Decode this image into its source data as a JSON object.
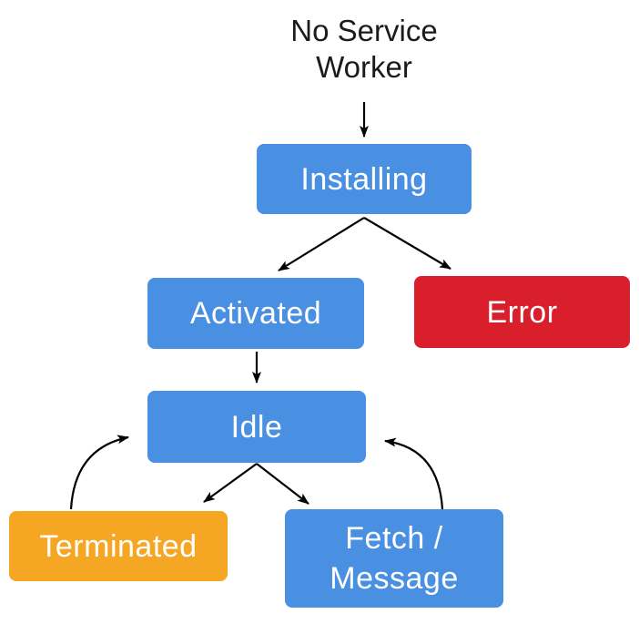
{
  "title": {
    "text": "No Service Worker",
    "line1": "No Service",
    "line2": "Worker"
  },
  "nodes": {
    "installing": {
      "label": "Installing",
      "color": "#4A90E2"
    },
    "activated": {
      "label": "Activated",
      "color": "#4A90E2"
    },
    "error": {
      "label": "Error",
      "color": "#D91F2B"
    },
    "idle": {
      "label": "Idle",
      "color": "#4A90E2"
    },
    "terminated": {
      "label": "Terminated",
      "color": "#F5A623"
    },
    "fetch_message": {
      "label": "Fetch / Message",
      "label_line1": "Fetch /",
      "label_line2": "Message",
      "color": "#4A90E2"
    }
  },
  "edges": [
    {
      "from": "no-service-worker",
      "to": "installing",
      "style": "straight"
    },
    {
      "from": "installing",
      "to": "activated",
      "style": "straight"
    },
    {
      "from": "installing",
      "to": "error",
      "style": "straight"
    },
    {
      "from": "activated",
      "to": "idle",
      "style": "straight"
    },
    {
      "from": "idle",
      "to": "terminated",
      "style": "straight"
    },
    {
      "from": "idle",
      "to": "fetch_message",
      "style": "straight"
    },
    {
      "from": "terminated",
      "to": "idle",
      "style": "curved"
    },
    {
      "from": "fetch_message",
      "to": "idle",
      "style": "curved"
    }
  ],
  "colors": {
    "background": "#FFFFFF",
    "node_text": "#FFFFFF",
    "title_text": "#1B1B1B",
    "arrow": "#000000"
  }
}
